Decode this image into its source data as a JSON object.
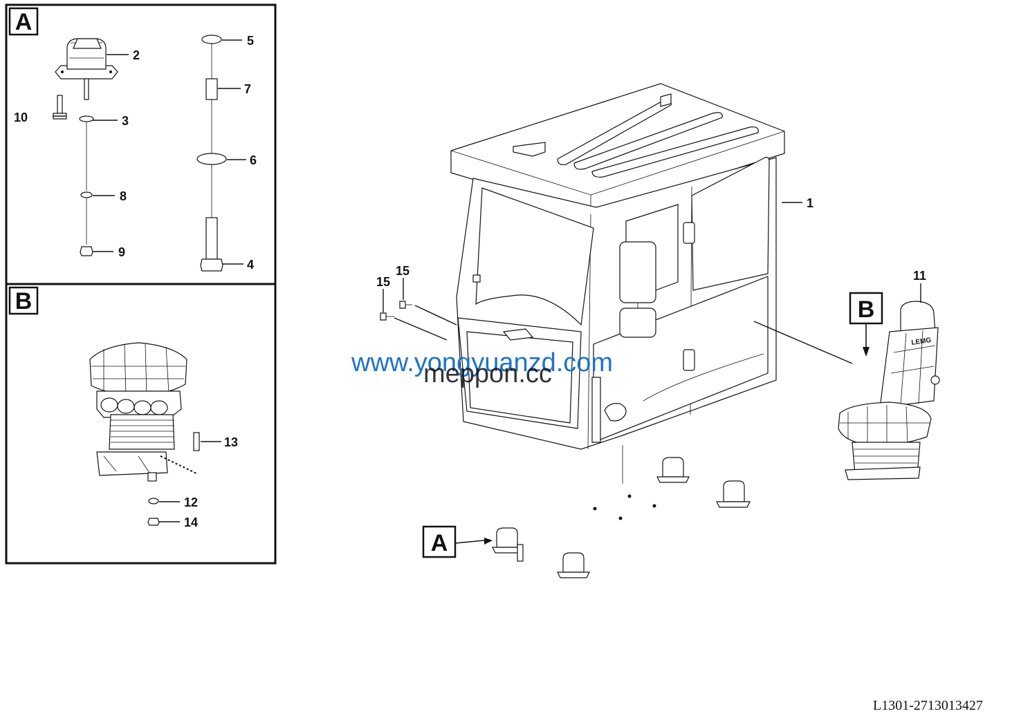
{
  "panels": {
    "a": {
      "label": "A",
      "callouts": [
        "2",
        "3",
        "4",
        "5",
        "6",
        "7",
        "8",
        "9",
        "10"
      ]
    },
    "b": {
      "label": "B",
      "callouts": [
        "12",
        "13",
        "14"
      ]
    }
  },
  "main": {
    "callouts": [
      "1",
      "11",
      "15",
      "15"
    ],
    "pointer_labels": [
      "A",
      "B"
    ]
  },
  "seat_brand": "LEMG",
  "watermarks": [
    "www.yongyuanzd.com",
    "meppon.cc"
  ],
  "watermark_colors": {
    "primary": "#1e73c8",
    "secondary": "#111111"
  },
  "document_id": "L1301-2713013427"
}
